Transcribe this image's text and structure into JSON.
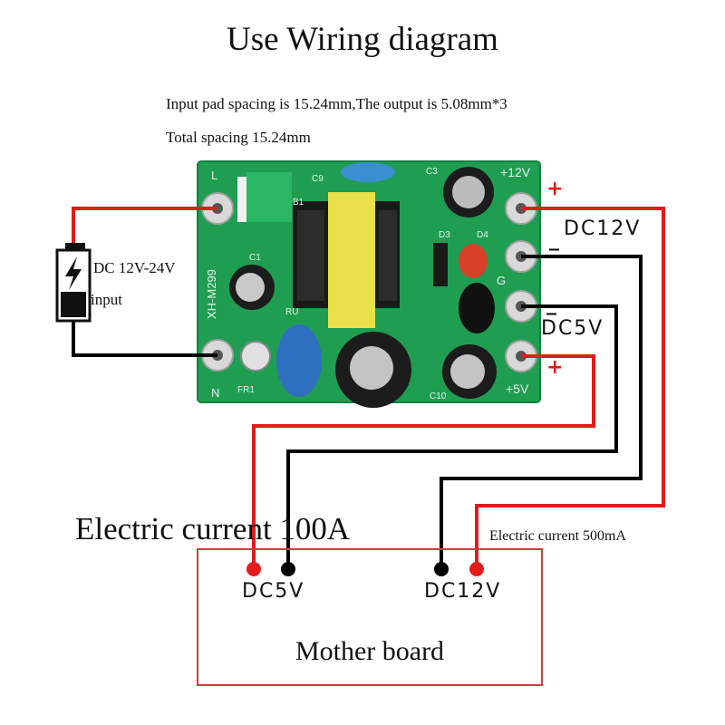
{
  "title": "Use Wiring diagram",
  "notes": {
    "line1": "Input pad spacing is 15.24mm,The output is 5.08mm*3",
    "line2": "Total spacing 15.24mm"
  },
  "input": {
    "label_line1": "DC 12V-24V",
    "label_line2": "input"
  },
  "outputs": {
    "dc12_label": "DC12V",
    "dc5_label": "DC5V",
    "plus": "+",
    "minus": "_"
  },
  "board": {
    "silk_L": "L",
    "silk_N": "N",
    "silk_plus12": "+12V",
    "silk_plus5": "+5V",
    "silk_G": "G",
    "silk_model": "XH-M299",
    "silk_C9": "C9",
    "silk_C3": "C3",
    "silk_C1": "C1",
    "silk_B1": "B1",
    "silk_D3": "D3",
    "silk_D4": "D4",
    "silk_FR1": "FR1",
    "silk_RU": "RU",
    "silk_C10": "C10"
  },
  "current": {
    "main": "Electric current 100A",
    "small": "Electric current 500mA"
  },
  "motherboard": {
    "name": "Mother board",
    "dc5_label": "DC5V",
    "dc12_label": "DC12V"
  },
  "colors": {
    "wire_positive": "#e31b1b",
    "wire_negative": "#000000",
    "pcb": "#1f9e52",
    "motherboard_border": "#d43a3a"
  }
}
